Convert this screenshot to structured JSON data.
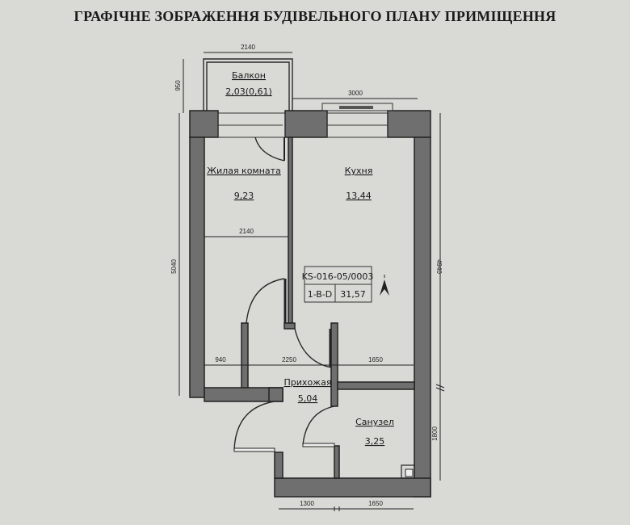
{
  "title": "ГРАФІЧНЕ ЗОБРАЖЕННЯ БУДІВЕЛЬНОГО ПЛАНУ ПРИМІЩЕННЯ",
  "rooms": {
    "balcony": {
      "name": "Балкон",
      "area": "2,03(0,61)"
    },
    "living": {
      "name": "Жилая комната",
      "area": "9,23"
    },
    "kitchen": {
      "name": "Кухня",
      "area": "13,44"
    },
    "hall": {
      "name": "Прихожая",
      "area": "5,04"
    },
    "bathroom": {
      "name": "Санузел",
      "area": "3,25"
    }
  },
  "stamp": {
    "code": "KS-016-05/0003",
    "type": "1-B-D",
    "total_area": "31,57"
  },
  "dimensions": {
    "balcony_width": "2140",
    "balcony_depth": "950",
    "kitchen_window": "3000",
    "living_width": "2140",
    "left_height": "5040",
    "right_upper": "4940",
    "right_lower": "1800",
    "mid_a": "940",
    "mid_b": "2250",
    "mid_c": "1650",
    "bottom_a": "1300",
    "bottom_b": "1650"
  },
  "icons": {
    "north_arrow": "north-arrow-icon"
  }
}
